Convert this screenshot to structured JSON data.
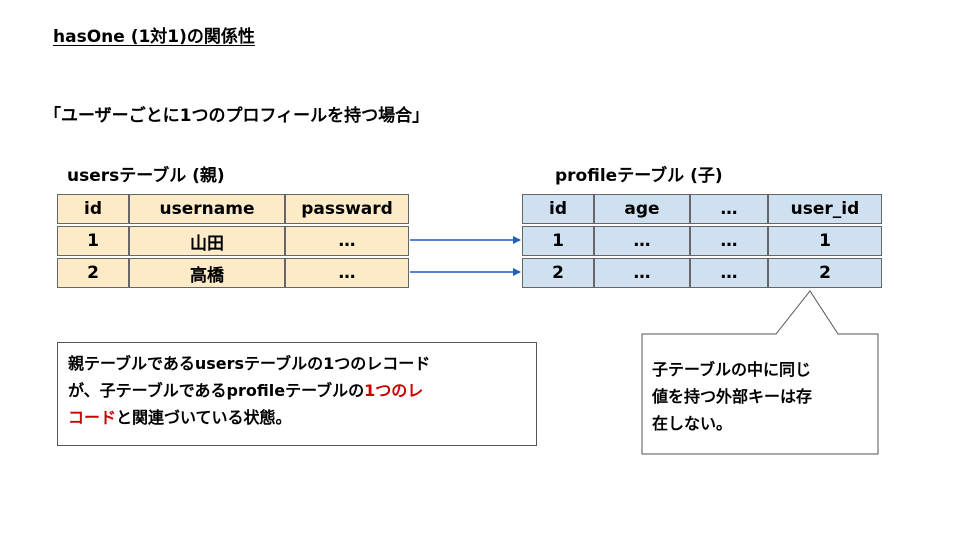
{
  "title": "hasOne (1対1)の関係性",
  "subtitle": "「ユーザーごとに1つのプロフィールを持つ場合」",
  "users_table": {
    "label": "usersテーブル (親)",
    "headers": [
      "id",
      "username",
      "passward"
    ],
    "rows": [
      [
        "1",
        "山田",
        "…"
      ],
      [
        "2",
        "高橋",
        "…"
      ]
    ]
  },
  "profile_table": {
    "label": "profileテーブル (子)",
    "headers": [
      "id",
      "age",
      "…",
      "user_id"
    ],
    "rows": [
      [
        "1",
        "…",
        "…",
        "1"
      ],
      [
        "2",
        "…",
        "…",
        "2"
      ]
    ]
  },
  "note_left": {
    "line1": "親テーブルであるusersテーブルの1つのレコード",
    "line2_a": "が、子テーブルであるprofileテーブルの",
    "line2_highlight": "1つのレ",
    "line3_highlight": "コード",
    "line3_b": "と関連づいている状態。",
    "highlight_color": "#cc0000"
  },
  "note_right": {
    "line1": "子テーブルの中に同じ",
    "line2": "値を持つ外部キーは存",
    "line3": "在しない。"
  },
  "colors": {
    "users_fill": "#fdebc8",
    "profile_fill": "#cfe0f1",
    "arrow": "#1f5fbf"
  }
}
